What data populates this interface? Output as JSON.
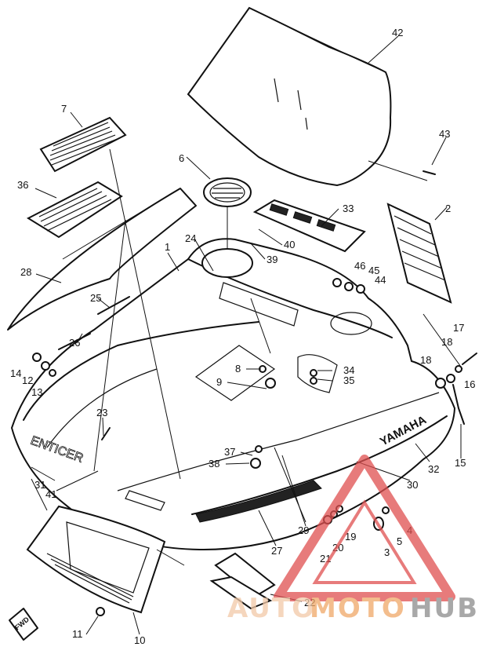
{
  "callouts": [
    {
      "id": "c1",
      "text": "1"
    },
    {
      "id": "c2",
      "text": "2"
    },
    {
      "id": "c3",
      "text": "3"
    },
    {
      "id": "c4",
      "text": "4"
    },
    {
      "id": "c5",
      "text": "5"
    },
    {
      "id": "c6",
      "text": "6"
    },
    {
      "id": "c7",
      "text": "7"
    },
    {
      "id": "c8",
      "text": "8"
    },
    {
      "id": "c9",
      "text": "9"
    },
    {
      "id": "c10",
      "text": "10"
    },
    {
      "id": "c11",
      "text": "11"
    },
    {
      "id": "c12",
      "text": "12"
    },
    {
      "id": "c13",
      "text": "13"
    },
    {
      "id": "c14",
      "text": "14"
    },
    {
      "id": "c15",
      "text": "15"
    },
    {
      "id": "c16",
      "text": "16"
    },
    {
      "id": "c17",
      "text": "17"
    },
    {
      "id": "c18a",
      "text": "18"
    },
    {
      "id": "c18b",
      "text": "18"
    },
    {
      "id": "c19",
      "text": "19"
    },
    {
      "id": "c20",
      "text": "20"
    },
    {
      "id": "c21",
      "text": "21"
    },
    {
      "id": "c22",
      "text": "22"
    },
    {
      "id": "c23",
      "text": "23"
    },
    {
      "id": "c24",
      "text": "24"
    },
    {
      "id": "c25",
      "text": "25"
    },
    {
      "id": "c26",
      "text": "26"
    },
    {
      "id": "c27",
      "text": "27"
    },
    {
      "id": "c28",
      "text": "28"
    },
    {
      "id": "c29",
      "text": "29"
    },
    {
      "id": "c30",
      "text": "30"
    },
    {
      "id": "c31",
      "text": "31"
    },
    {
      "id": "c32",
      "text": "32"
    },
    {
      "id": "c33",
      "text": "33"
    },
    {
      "id": "c34",
      "text": "34"
    },
    {
      "id": "c35",
      "text": "35"
    },
    {
      "id": "c36",
      "text": "36"
    },
    {
      "id": "c37",
      "text": "37"
    },
    {
      "id": "c38",
      "text": "38"
    },
    {
      "id": "c39",
      "text": "39"
    },
    {
      "id": "c40",
      "text": "40"
    },
    {
      "id": "c41",
      "text": "41"
    },
    {
      "id": "c42",
      "text": "42"
    },
    {
      "id": "c43",
      "text": "43"
    },
    {
      "id": "c44",
      "text": "44"
    },
    {
      "id": "c45",
      "text": "45"
    },
    {
      "id": "c46",
      "text": "46"
    }
  ],
  "hood": {
    "brand_text": "YAMAHA",
    "side_logo_text": "ENTICER"
  },
  "fwd_label": "FWD",
  "watermark": {
    "part1": "AUTO",
    "part2": "MOTO",
    "part3": "HUB",
    "triangle_color": "#e05050"
  }
}
